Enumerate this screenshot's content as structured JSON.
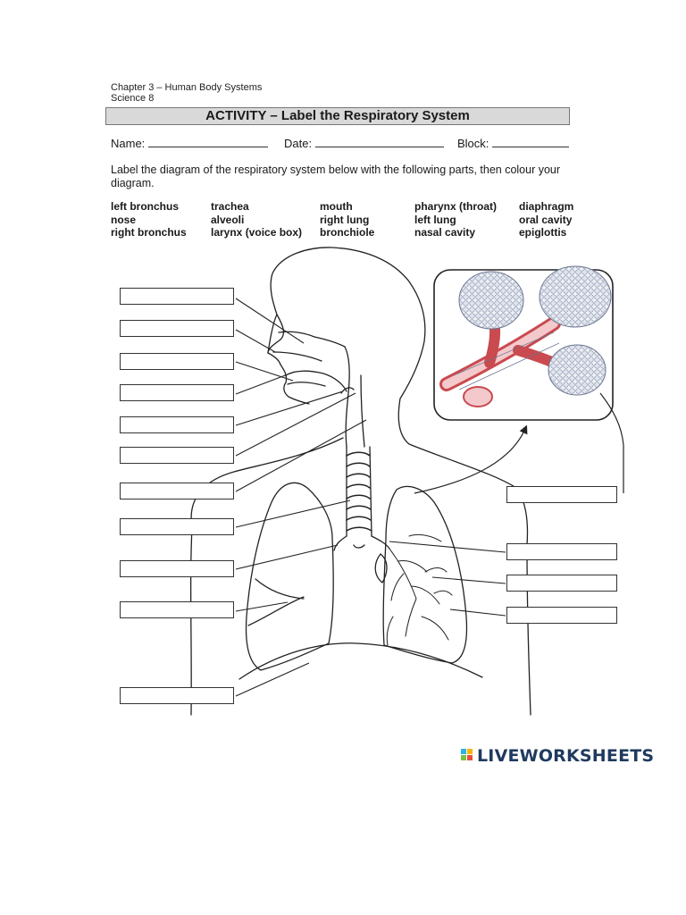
{
  "header": {
    "chapter": "Chapter 3 – Human Body Systems",
    "course": "Science 8",
    "title": "ACTIVITY – Label the Respiratory System"
  },
  "form": {
    "name_label": "Name:",
    "date_label": "Date:",
    "block_label": "Block:"
  },
  "instructions": "Label the diagram of the respiratory system below with the following parts, then colour your diagram.",
  "word_bank": [
    [
      "left bronchus",
      "nose",
      "right bronchus"
    ],
    [
      "trachea",
      "alveoli",
      "larynx (voice box)"
    ],
    [
      "mouth",
      "right lung",
      "bronchiole"
    ],
    [
      "pharynx (throat)",
      "left lung",
      "nasal cavity"
    ],
    [
      "diaphragm",
      "oral cavity",
      "epiglottis"
    ]
  ],
  "brand": {
    "name": "LIVEWORKSHEETS",
    "colors": [
      "#2bb3e6",
      "#f7b500",
      "#7bc043",
      "#e94e3c"
    ],
    "text_color": "#1f3a5f"
  }
}
